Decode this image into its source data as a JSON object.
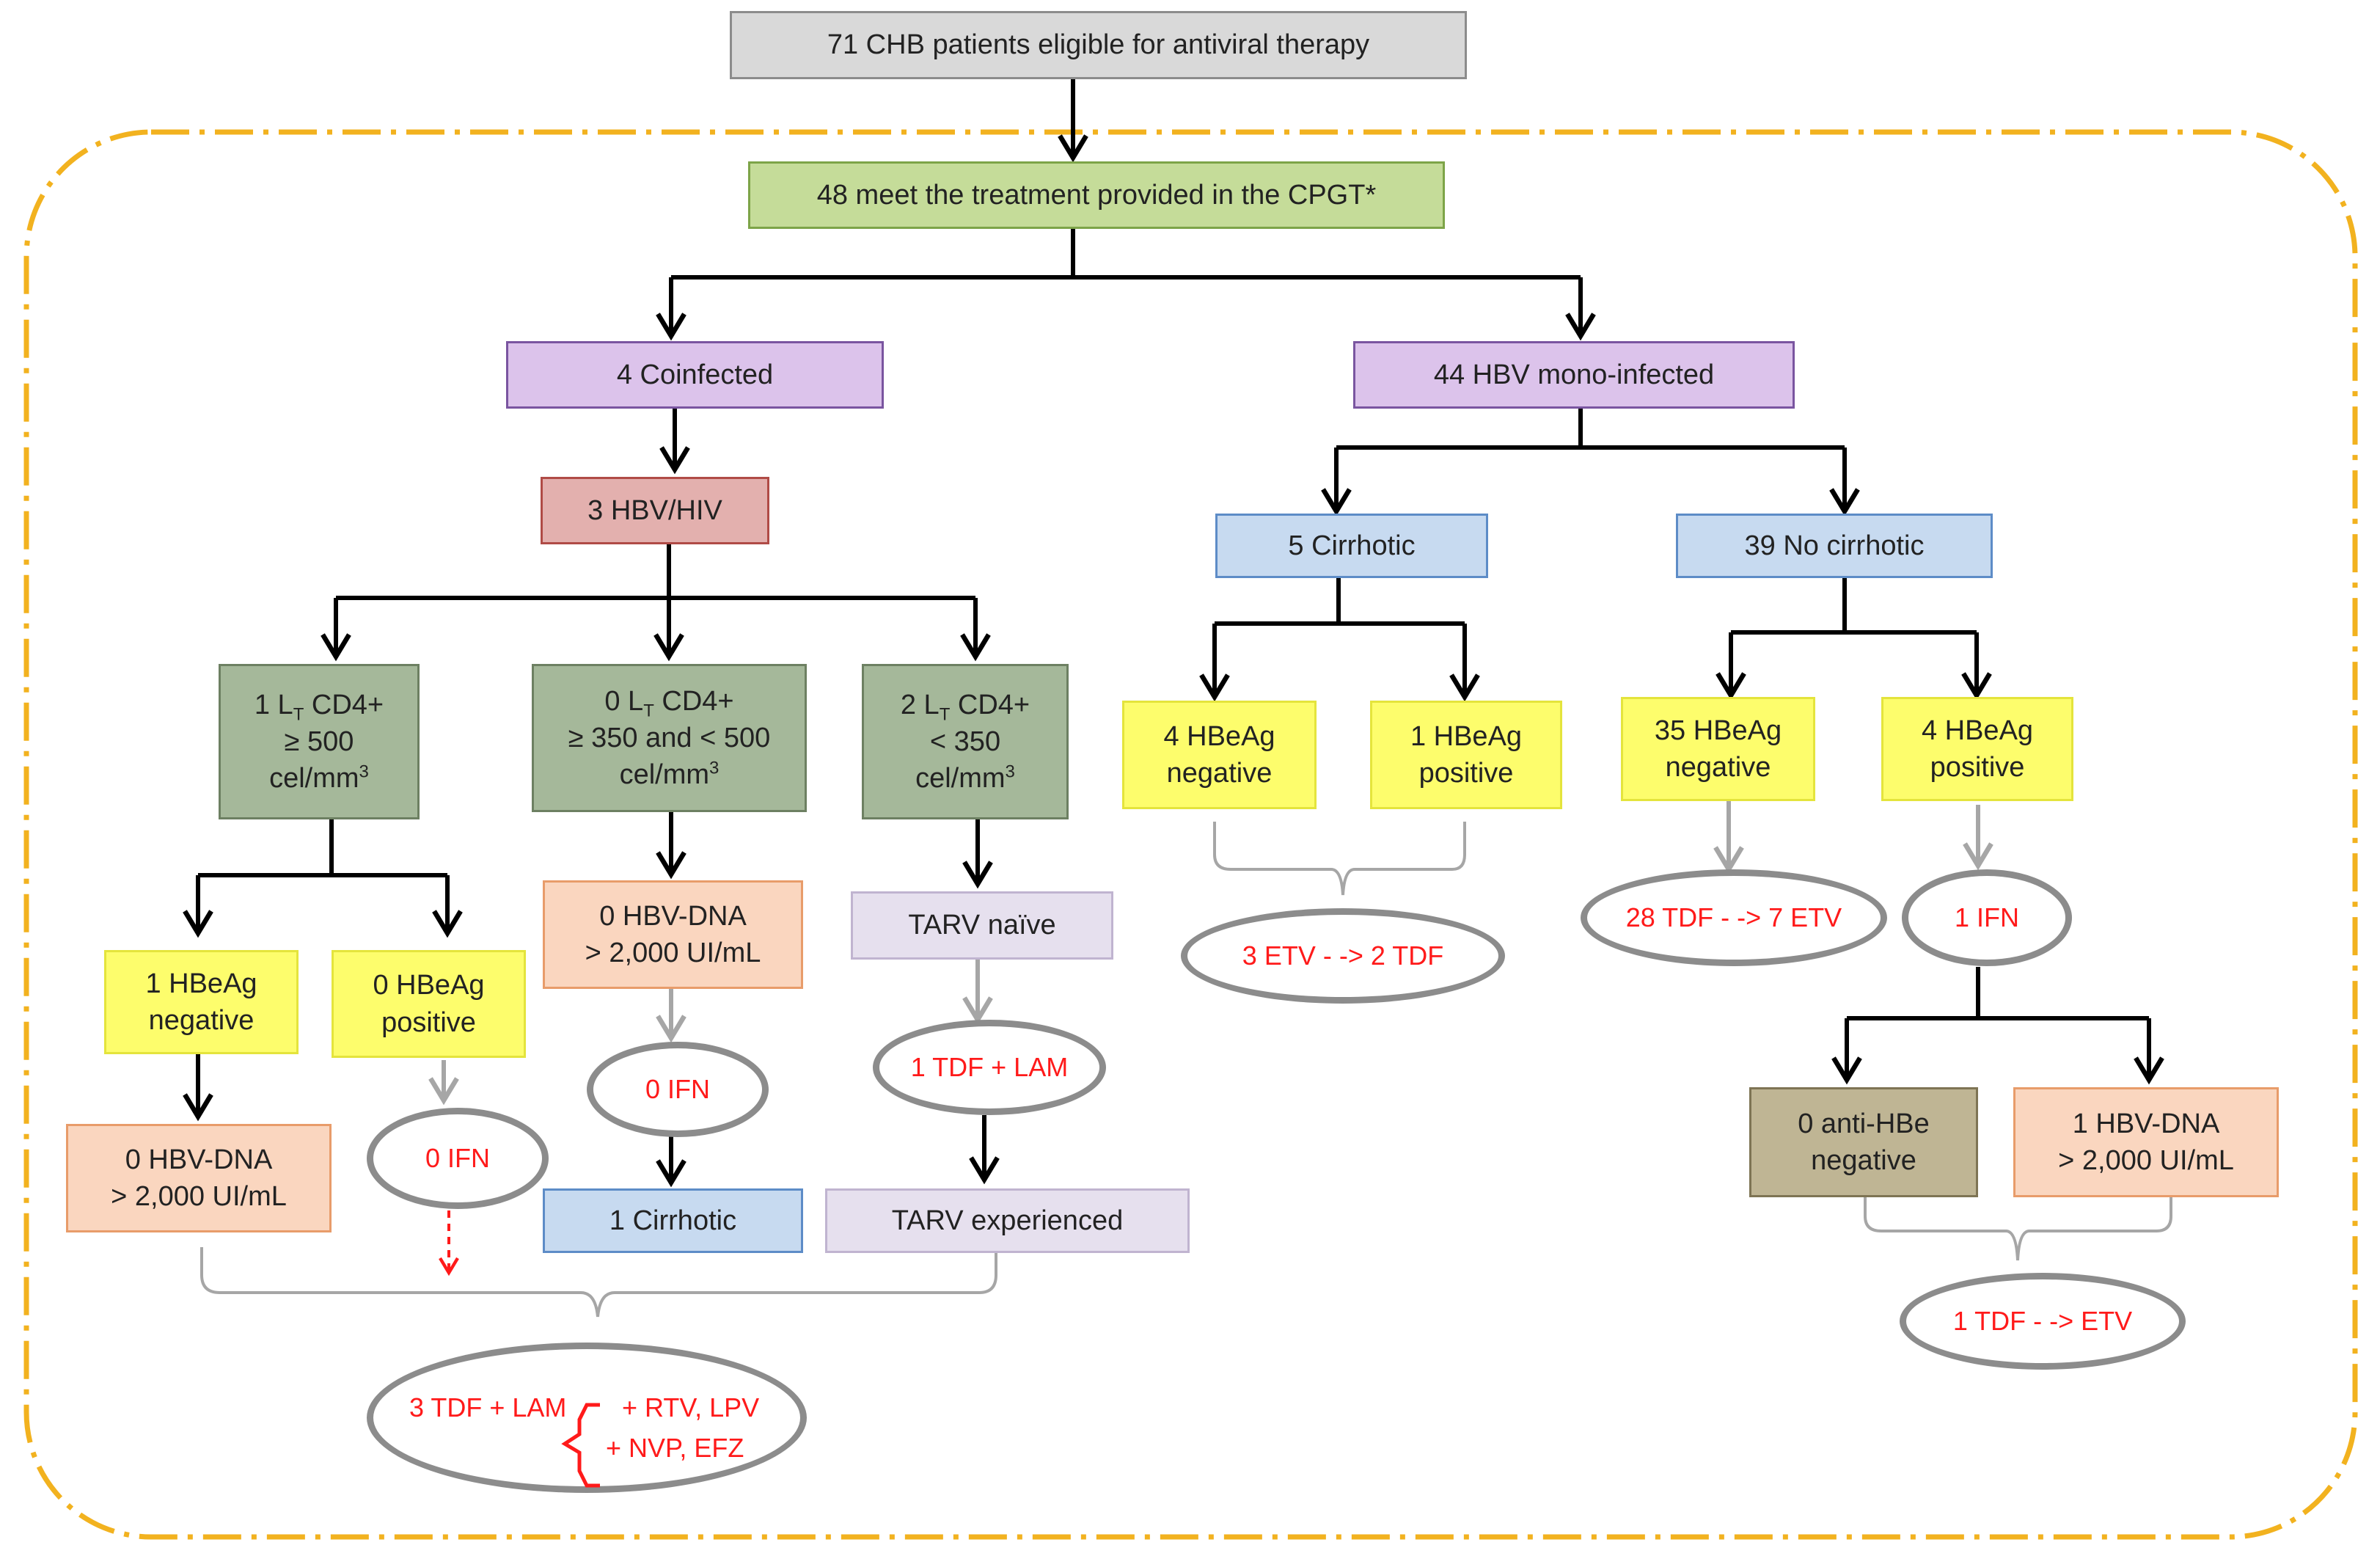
{
  "top": "71 CHB patients eligible for antiviral therapy",
  "cpgt": "48 meet the treatment provided in the CPGT*",
  "coinfected": "4 Coinfected",
  "mono": "44 HBV mono-infected",
  "hbvhiv": "3 HBV/HIV",
  "cd4_high": {
    "count": "1 L",
    "sub": "T",
    "rest": " CD4+",
    "line2": "≥ 500",
    "line3": "cel/mm",
    "sup": "3"
  },
  "cd4_mid": {
    "count": "0 L",
    "sub": "T",
    "rest": " CD4+",
    "line2": "≥ 350 and < 500",
    "line3": "cel/mm",
    "sup": "3"
  },
  "cd4_low": {
    "count": "2 L",
    "sub": "T",
    "rest": " CD4+",
    "line2": "< 350",
    "line3": "cel/mm",
    "sup": "3"
  },
  "hi_neg": [
    "1  HBeAg",
    "negative"
  ],
  "hi_pos": [
    "0  HBeAg",
    "positive"
  ],
  "hi_dna": [
    "0  HBV-DNA",
    "> 2,000 UI/mL"
  ],
  "hi_ifn": "0 IFN",
  "mid_dna": [
    "0  HBV-DNA",
    "> 2,000 UI/mL"
  ],
  "mid_ifn": "0 IFN",
  "mid_cirr": "1  Cirrhotic",
  "tarv_naive": "TARV naïve",
  "naive_tx": "1 TDF  + LAM",
  "tarv_exp": "TARV  experienced",
  "bottom": {
    "main": "3 TDF + LAM",
    "opt1": "+ RTV, LPV",
    "opt2": "+  NVP, EFZ"
  },
  "cirrhotic": "5 Cirrhotic",
  "no_cirrhotic": "39 No cirrhotic",
  "c_neg": [
    "4 HBeAg",
    "negative"
  ],
  "c_pos": [
    "1  HBeAg",
    "positive"
  ],
  "c_tx": "3 ETV - -> 2 TDF",
  "nc_neg": [
    "35 HBeAg",
    "negative"
  ],
  "nc_pos": [
    "4 HBeAg",
    "positive"
  ],
  "nc_neg_tx": "28 TDF - -> 7 ETV",
  "nc_pos_ifn": "1 IFN",
  "antihbe": [
    "0 anti-HBe",
    "negative"
  ],
  "nc_dna": [
    "1 HBV-DNA",
    "> 2,000 UI/mL"
  ],
  "nc_tx": "1 TDF - -> ETV",
  "colors": {
    "frame": "#f2b21f",
    "arrow_black": "#000000",
    "arrow_grey": "#a6a6a6",
    "treatment_red": "#ff1a1a"
  }
}
